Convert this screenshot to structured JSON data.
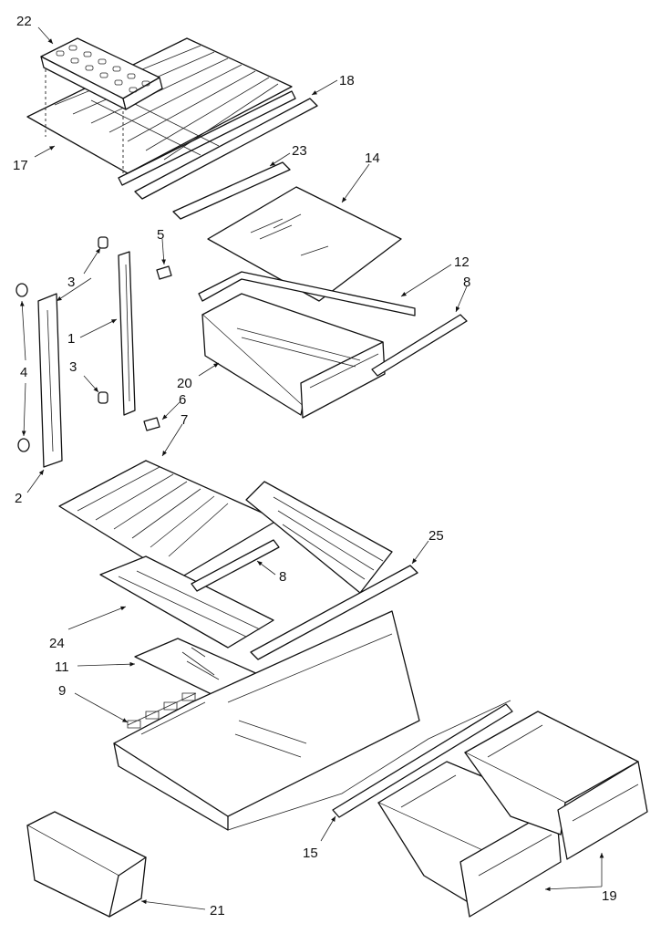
{
  "labels": {
    "l22": "22",
    "l18": "18",
    "l17": "17",
    "l23": "23",
    "l14": "14",
    "l5": "5",
    "l12": "12",
    "l8a": "8",
    "l3a": "3",
    "l1": "1",
    "l4": "4",
    "l3b": "3",
    "l20": "20",
    "l6": "6",
    "l7": "7",
    "l2": "2",
    "l25": "25",
    "l8b": "8",
    "l24": "24",
    "l11": "11",
    "l9": "9",
    "l15": "15",
    "l19": "19",
    "l21": "21"
  }
}
